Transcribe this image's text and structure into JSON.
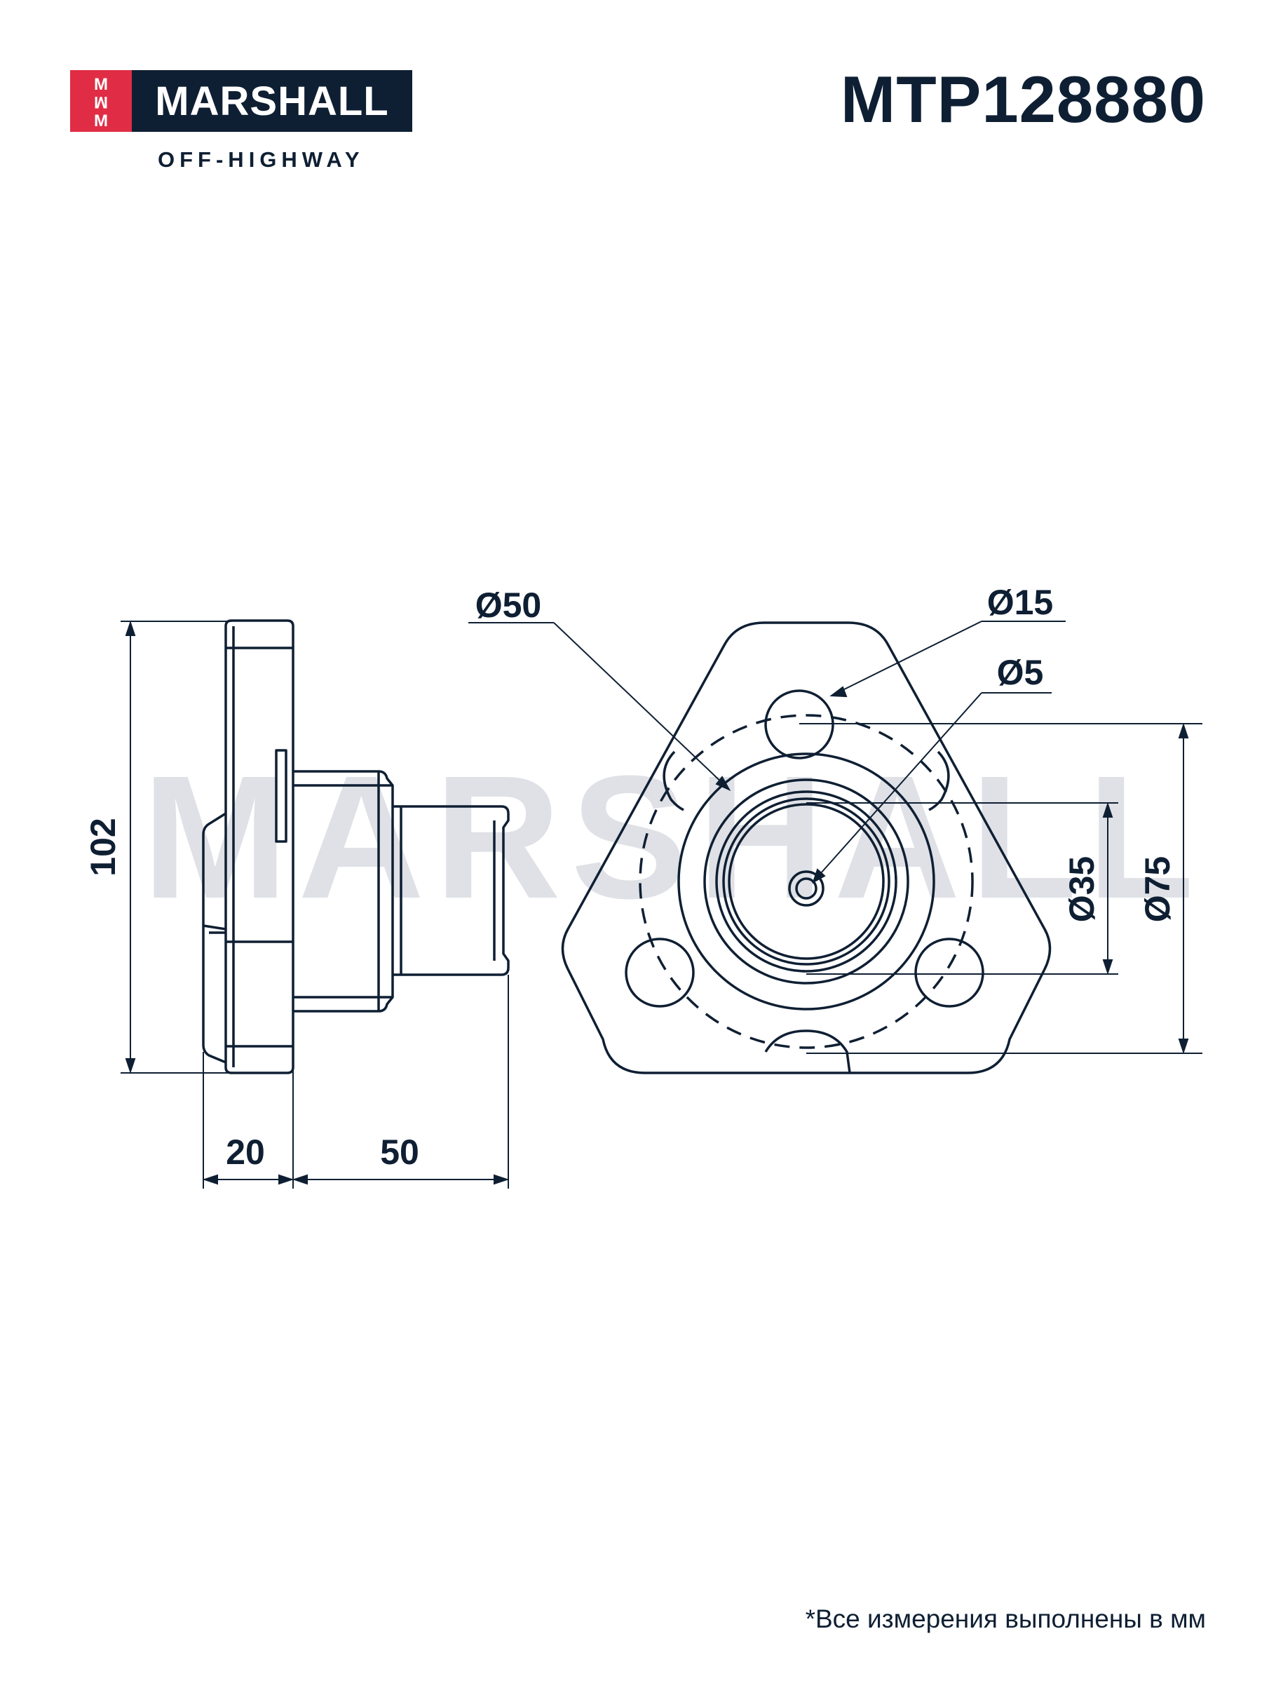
{
  "brand": {
    "name": "MARSHALL",
    "tagline": "OFF-HIGHWAY",
    "mark_letters": [
      "M",
      "M",
      "M"
    ]
  },
  "part_number": "MTP128880",
  "watermark": "MARSHALL",
  "dimensions": {
    "height": "102",
    "flange_thickness": "20",
    "hub_length": "50",
    "bolt_circle": "Ø50",
    "bolt_hole": "Ø15",
    "center_hole": "Ø5",
    "hub_diameter": "Ø35",
    "outer_diameter": "Ø75"
  },
  "footnote": "*Все измерения выполнены в мм",
  "colors": {
    "ink": "#0f1f33",
    "brand_red": "#e02d45",
    "watermark": "#dfe1e6"
  }
}
